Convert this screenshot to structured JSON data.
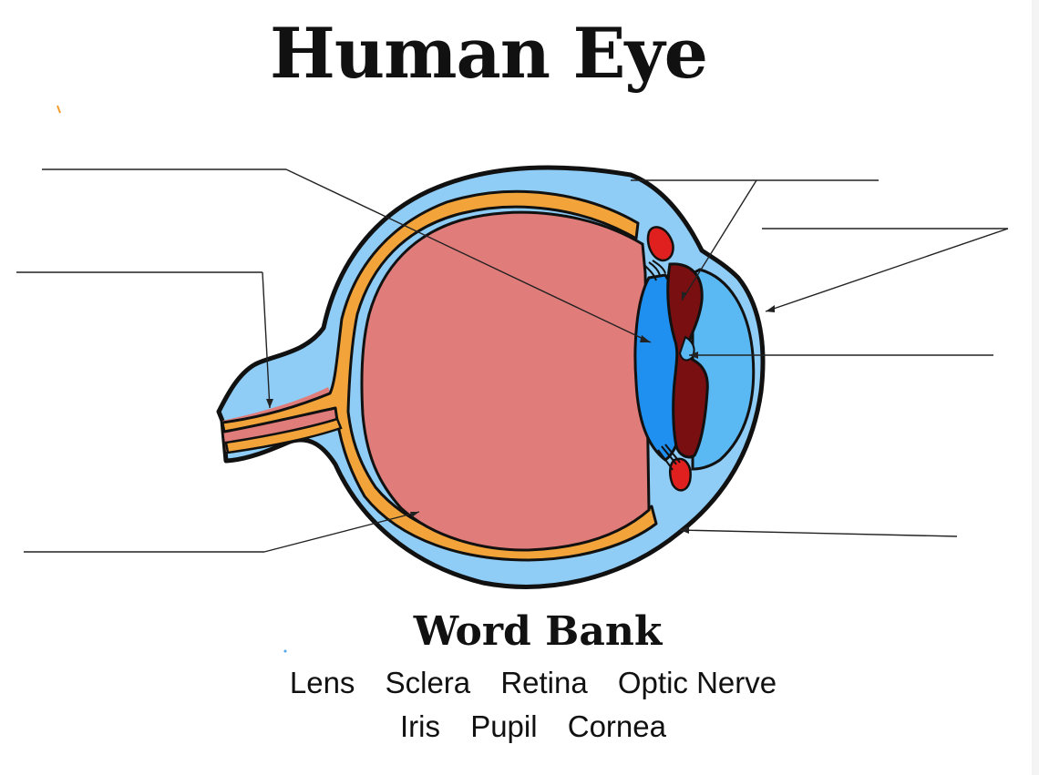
{
  "title": "Human Eye",
  "word_bank": {
    "heading": "Word Bank",
    "row1": [
      "Lens",
      "Sclera",
      "Retina",
      "Optic Nerve"
    ],
    "row2": [
      "Iris",
      "Pupil",
      "Cornea"
    ]
  },
  "colors": {
    "sclera_outer": "#8fcdf7",
    "retina_layer": "#f2a43a",
    "vitreous": "#e07c7a",
    "lens": "#1f8ff0",
    "iris": "#7a0f12",
    "ciliary": "#e0201e",
    "cornea_inner": "#5ab8f3",
    "outline": "#111111"
  }
}
